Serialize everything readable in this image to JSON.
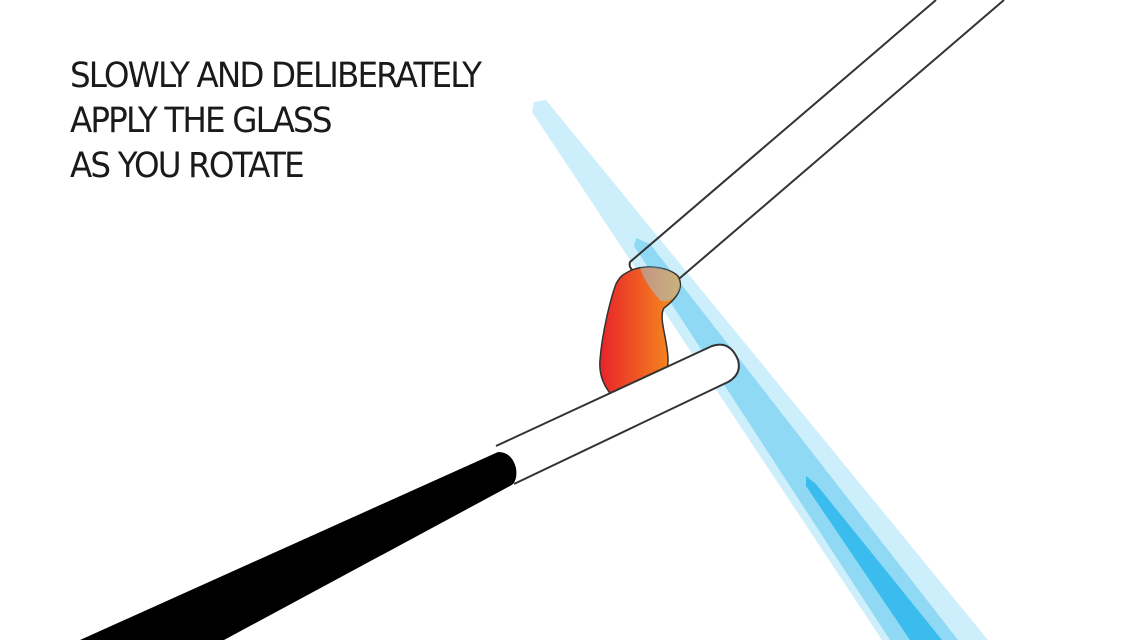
{
  "caption": {
    "lines": [
      "SLOWLY AND DELIBERATELY",
      "APPLY THE GLASS",
      "AS YOU ROTATE"
    ]
  },
  "colors": {
    "background": "#ffffff",
    "text": "#1a1a1a",
    "flame_outer": "#cdeffb",
    "flame_middle": "#8fd9f5",
    "flame_core": "#3bbcef",
    "glass_hot_dark": "#e8232a",
    "glass_hot_light": "#f7941d",
    "rod_outline": "#333333",
    "handle": "#000000"
  },
  "icons": {
    "flame": "torch-flame",
    "glass_rod": "glass-rod",
    "mandrel": "mandrel-rod",
    "molten_glass": "molten-glass-gather"
  }
}
